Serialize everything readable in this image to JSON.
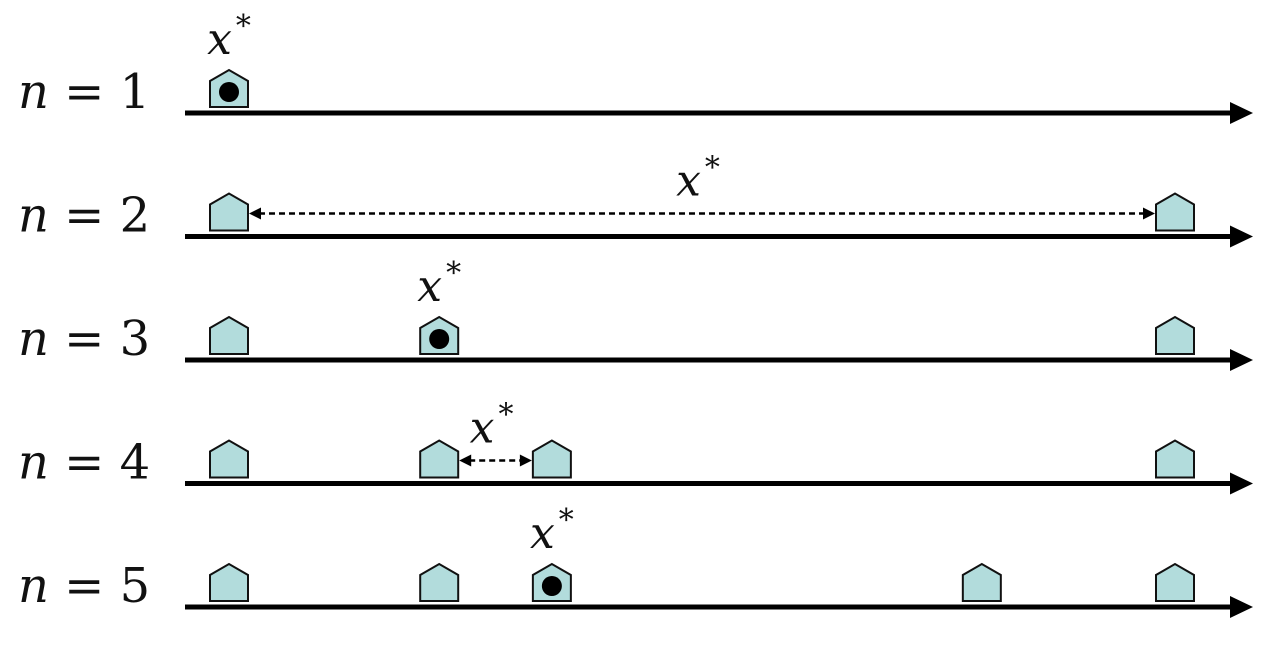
{
  "colors": {
    "house_fill": "#b2dcdc",
    "house_stroke": "#111111",
    "line": "#000000"
  },
  "icons": {
    "house": "house-icon",
    "marker": "dot-icon"
  },
  "star_label": {
    "text": "x",
    "sup": "*"
  },
  "rows": [
    {
      "label_var": "n",
      "label_rest": " = 1",
      "houses": [
        0
      ],
      "marked": [
        0
      ],
      "star": {
        "type": "label",
        "at": 0
      }
    },
    {
      "label_var": "n",
      "label_rest": " = 2",
      "houses": [
        0,
        1
      ],
      "marked": [],
      "star": {
        "type": "arrow",
        "from": 0,
        "to": 1
      }
    },
    {
      "label_var": "n",
      "label_rest": " = 3",
      "houses": [
        0,
        0.2222,
        1
      ],
      "marked": [
        1
      ],
      "star": {
        "type": "label",
        "at": 1
      }
    },
    {
      "label_var": "n",
      "label_rest": " = 4",
      "houses": [
        0,
        0.2222,
        0.3413,
        1
      ],
      "marked": [],
      "star": {
        "type": "arrow",
        "from": 1,
        "to": 2
      }
    },
    {
      "label_var": "n",
      "label_rest": " = 5",
      "houses": [
        0,
        0.2222,
        0.3413,
        0.7958,
        1
      ],
      "marked": [
        2
      ],
      "star": {
        "type": "label",
        "at": 2
      }
    }
  ]
}
